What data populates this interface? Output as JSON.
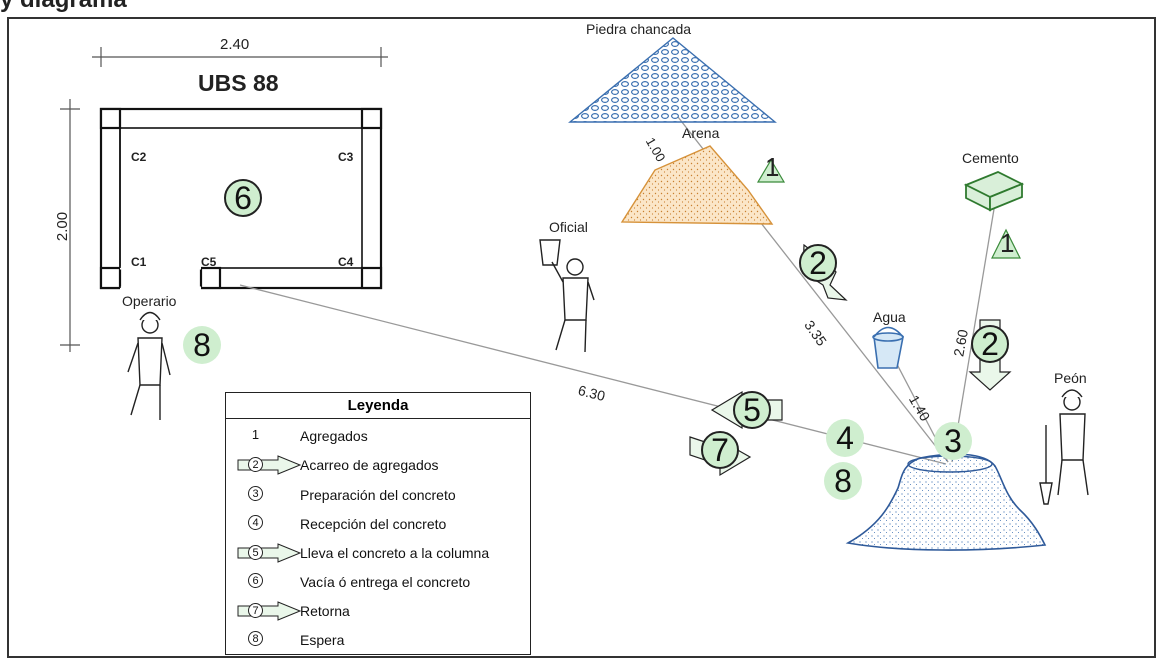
{
  "title": "y diagrama",
  "building": {
    "name": "UBS 88",
    "width_dim": "2.40",
    "height_dim": "2.00"
  },
  "columns": [
    "C1",
    "C2",
    "C3",
    "C4",
    "C5"
  ],
  "materials": {
    "stone": "Piedra chancada",
    "sand": "Arena",
    "cement": "Cemento",
    "water": "Agua"
  },
  "workers": {
    "oficial": "Oficial",
    "operario": "Operario",
    "peon": "Peón"
  },
  "distances": {
    "stone_sand": "1.00",
    "sand_mixer": "3.35",
    "cement_mixer": "2.60",
    "water_mixer": "1.40",
    "mixer_column": "6.30"
  },
  "activity_numbers": {
    "a1": "1",
    "a2": "2",
    "a3": "3",
    "a4": "4",
    "a5": "5",
    "a6": "6",
    "a7": "7",
    "a8": "8"
  },
  "legend": {
    "title": "Leyenda",
    "items": [
      {
        "num": "1",
        "label": "Agregados"
      },
      {
        "num": "2",
        "label": "Acarreo de agregados"
      },
      {
        "num": "3",
        "label": "Preparación del concreto"
      },
      {
        "num": "4",
        "label": "Recepción del concreto"
      },
      {
        "num": "5",
        "label": "Lleva el concreto a la columna"
      },
      {
        "num": "6",
        "label": "Vacía ó entrega el concreto"
      },
      {
        "num": "7",
        "label": "Retorna"
      },
      {
        "num": "8",
        "label": "Espera"
      }
    ]
  },
  "colors": {
    "accent_green": "#cfeecf",
    "stone_blue": "#3a6fb0",
    "sand_orange": "#e8a04a",
    "cement_green": "#3a8a3a"
  }
}
